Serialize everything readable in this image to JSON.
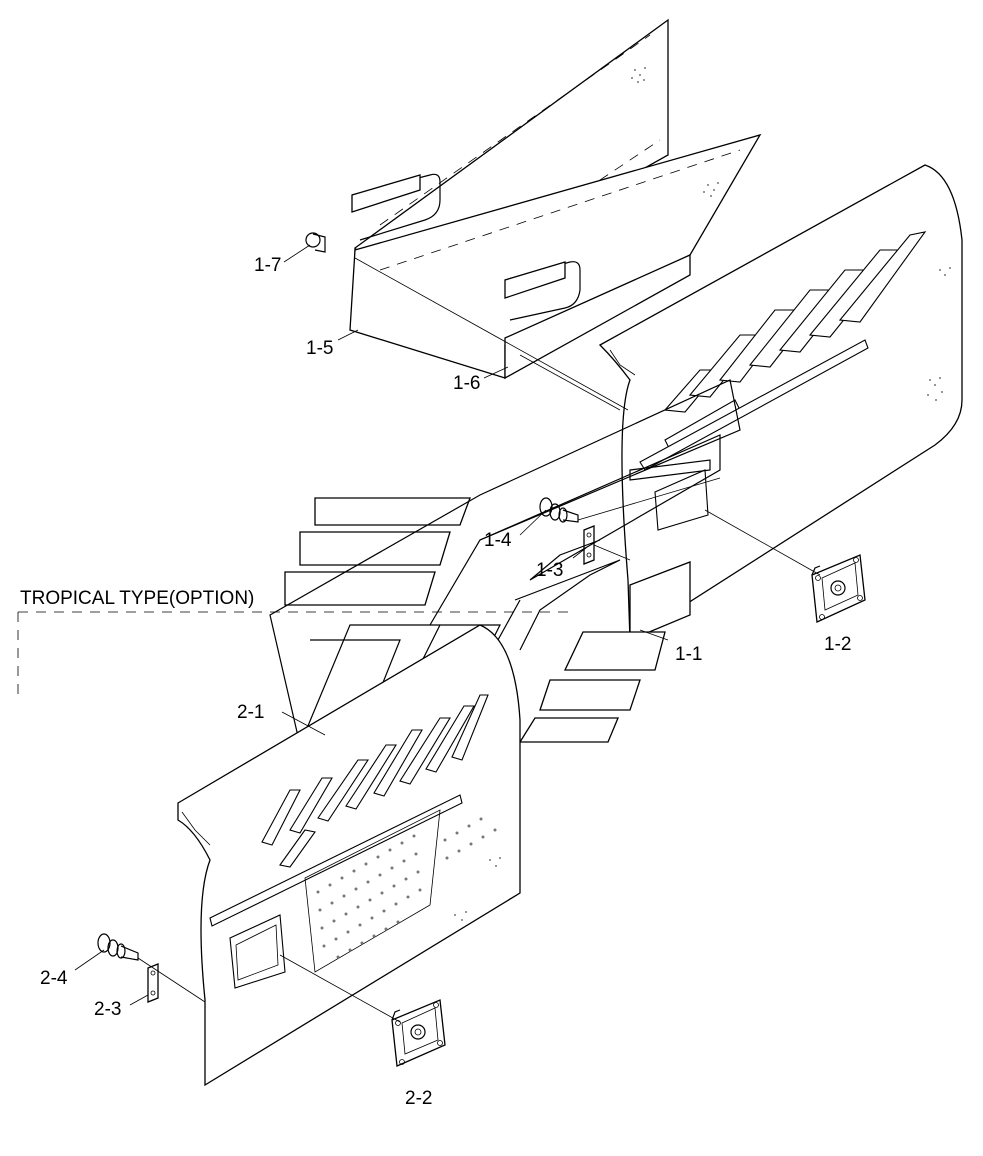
{
  "caption": "TROPICAL TYPE(OPTION)",
  "callouts": {
    "p1_1": "1-1",
    "p1_2": "1-2",
    "p1_3": "1-3",
    "p1_4": "1-4",
    "p1_5": "1-5",
    "p1_6": "1-6",
    "p1_7": "1-7",
    "p2_1": "2-1",
    "p2_2": "2-2",
    "p2_3": "2-3",
    "p2_4": "2-4"
  }
}
